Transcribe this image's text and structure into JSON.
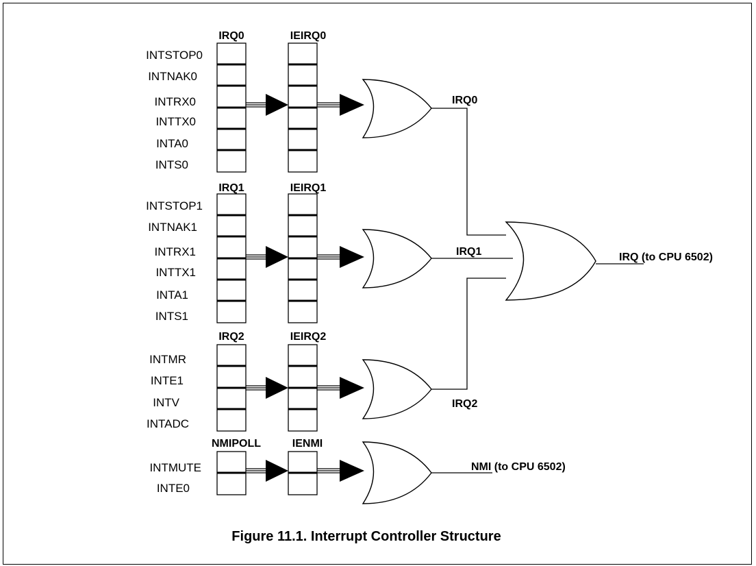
{
  "caption": "Figure 11.1.  Interrupt Controller Structure",
  "groups": [
    {
      "status_register": "IRQ0",
      "enable_register": "IEIRQ0",
      "signals": [
        "INTSTOP0",
        "INTNAK0",
        "INTRX0",
        "INTTX0",
        "INTA0",
        "INTS0"
      ],
      "output_label": "IRQ0"
    },
    {
      "status_register": "IRQ1",
      "enable_register": "IEIRQ1",
      "signals": [
        "INTSTOP1",
        "INTNAK1",
        "INTRX1",
        "INTTX1",
        "INTA1",
        "INTS1"
      ],
      "output_label": "IRQ1"
    },
    {
      "status_register": "IRQ2",
      "enable_register": "IEIRQ2",
      "signals": [
        "INTMR",
        "INTE1",
        "INTV",
        "INTADC"
      ],
      "output_label": "IRQ2"
    },
    {
      "status_register": "NMIPOLL",
      "enable_register": "IENMI",
      "signals": [
        "INTMUTE",
        "INTE0"
      ],
      "output_label_prefix": "NMI",
      "output_label_suffix": " (to CPU 6502)"
    }
  ],
  "irq_output": {
    "prefix": "IRQ",
    "suffix": " (to CPU 6502)"
  }
}
